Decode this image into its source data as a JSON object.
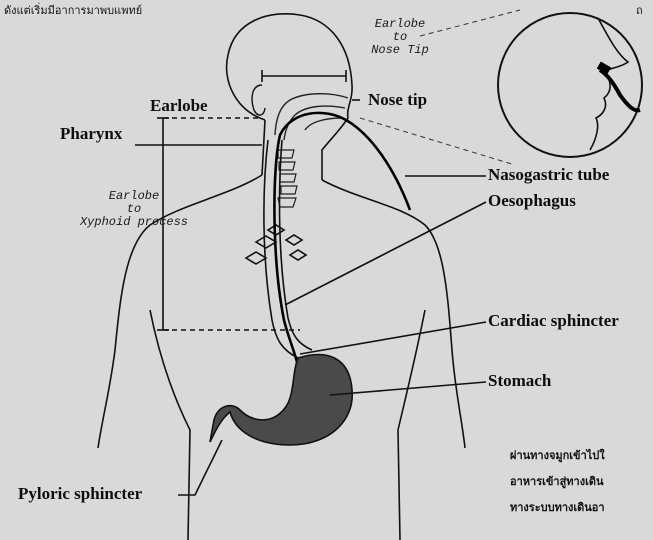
{
  "header_text_left": "ดังแต่เริ่มมีอาการมาพบแพทย์",
  "header_text_right": "ถ",
  "measurements": {
    "earlobe_to_nose_tip": [
      "Earlobe",
      "to",
      "Nose Tip"
    ],
    "earlobe_to_xyphoid": [
      "Earlobe",
      "to",
      "Xyphoid process"
    ]
  },
  "labels": {
    "earlobe": "Earlobe",
    "pharynx": "Pharynx",
    "nose_tip": "Nose tip",
    "nasogastric_tube": "Nasogastric tube",
    "oesophagus": "Oesophagus",
    "cardiac_sphincter": "Cardiac sphincter",
    "stomach": "Stomach",
    "pyloric_sphincter": "Pyloric sphincter"
  },
  "caption_lines": [
    "ผ่านทางจมูกเข้าไปใ",
    "อาหารเข้าสู่ทางเดิน",
    "ทางระบบทางเดินอา"
  ],
  "colors": {
    "background": "#d9d9d9",
    "line": "#111111",
    "stomach_fill": "#4a4a4a"
  }
}
